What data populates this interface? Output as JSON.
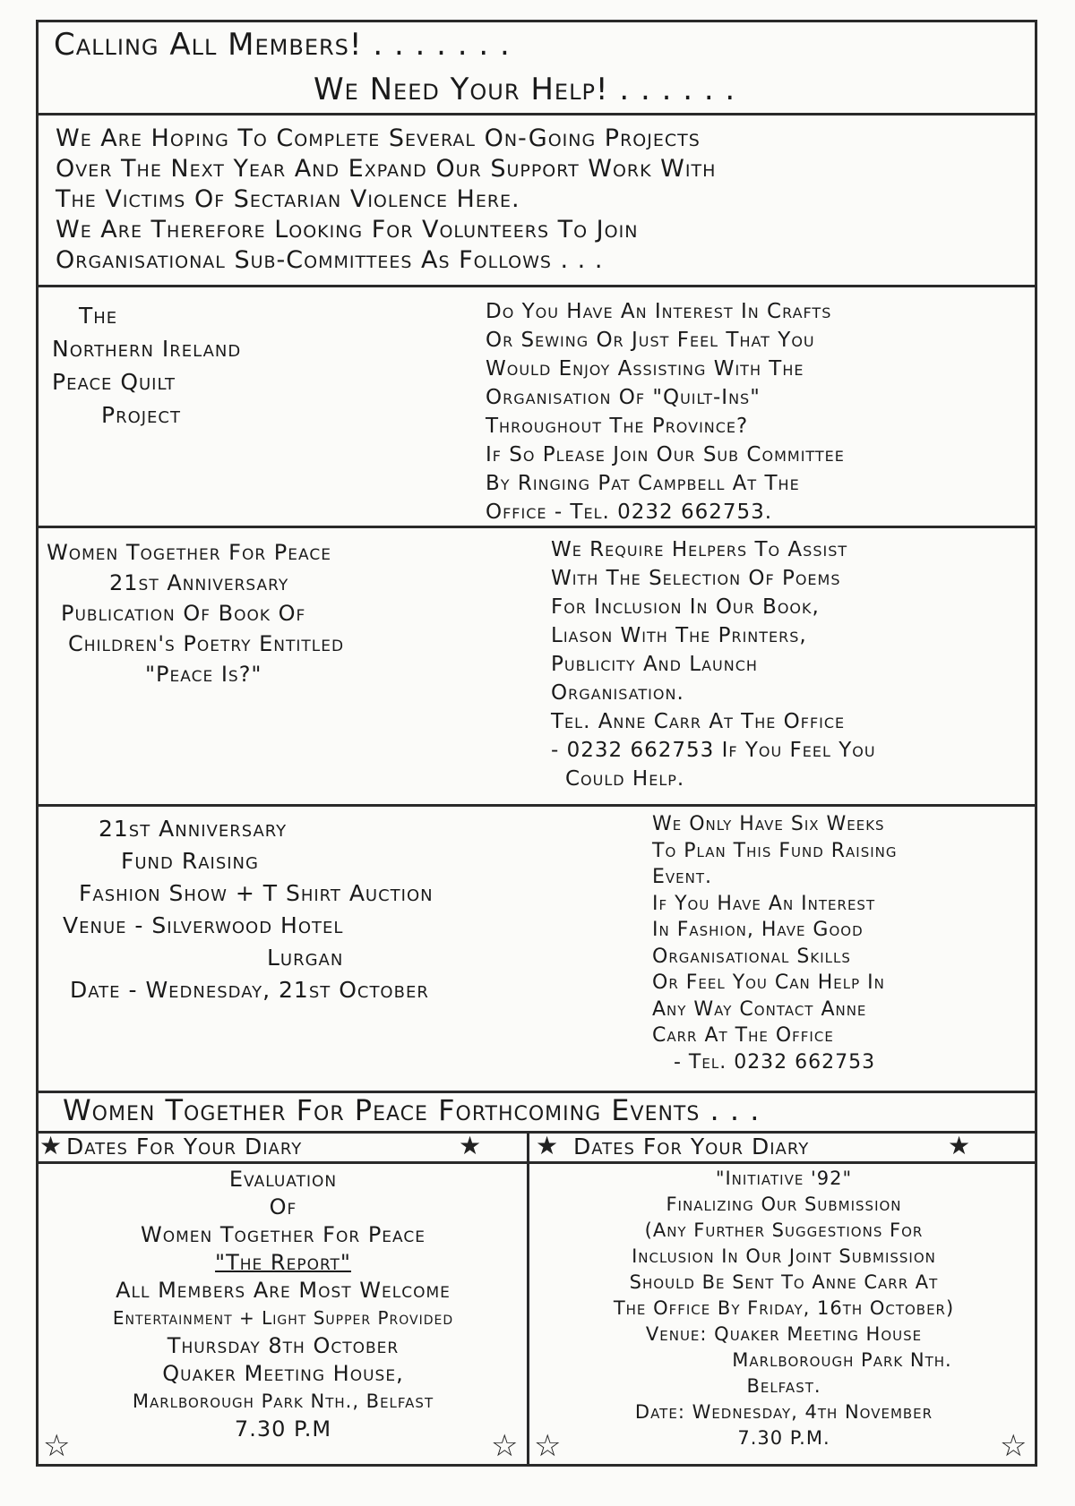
{
  "header": {
    "line1": "Calling All Members!  .  .  .  .  .  .  .",
    "line2": "We Need Your Help!  .  .  .  .  .  ."
  },
  "intro": [
    "We Are Hoping To Complete Several On-Going Projects",
    "Over The Next Year And Expand Our Support Work With",
    "The Victims Of Sectarian Violence Here.",
    "We Are Therefore Looking For Volunteers To Join",
    "Organisational Sub-Committees As Follows . . ."
  ],
  "quilt": {
    "title": [
      "The",
      "Northern Ireland",
      "Peace  Quilt",
      "Project"
    ],
    "body": [
      "Do You Have An Interest In Crafts",
      "Or Sewing Or Just Feel That You",
      "Would Enjoy Assisting With The",
      "Organisation Of \"Quilt-Ins\"",
      "Throughout The Province?",
      "If So Please Join Our Sub Committee",
      "By Ringing Pat Campbell At The",
      "Office - Tel. 0232 662753."
    ]
  },
  "poetry": {
    "title": [
      "Women Together For Peace",
      "21st Anniversary",
      "Publication Of Book Of",
      "Children's Poetry Entitled",
      "\"Peace Is?\""
    ],
    "body": [
      "We Require Helpers To Assist",
      "With The Selection Of Poems",
      "For Inclusion In Our Book,",
      "Liason With The Printers,",
      "Publicity And Launch",
      "Organisation.",
      "Tel. Anne Carr At The Office",
      "- 0232 662753 If You Feel You",
      "Could Help."
    ]
  },
  "fashion": {
    "title": [
      "21st Anniversary",
      "Fund Raising",
      "Fashion Show + T Shirt Auction",
      "Venue - Silverwood Hotel",
      "Lurgan",
      "Date  -  Wednesday, 21st October"
    ],
    "body": [
      "We Only Have Six Weeks",
      "To Plan This Fund Raising",
      "Event.",
      "If You Have An Interest",
      "In Fashion, Have Good",
      "Organisational Skills",
      "Or Feel You Can Help In",
      "Any Way Contact Anne",
      "Carr At The Office",
      "- Tel. 0232 662753"
    ]
  },
  "events": {
    "heading": "Women Together For Peace Forthcoming Events . . .",
    "diary_label": "Dates For Your Diary",
    "left": {
      "lines": [
        "Evaluation",
        "Of",
        "Women Together For Peace"
      ],
      "report": "\"The Report\"",
      "more": [
        "All Members Are Most Welcome",
        "Entertainment + Light Supper Provided",
        "Thursday   8th October",
        "Quaker Meeting House,",
        "Marlborough Park Nth., Belfast",
        "7.30 P.M"
      ]
    },
    "right": {
      "lines": [
        "\"Initiative '92\"",
        "Finalizing Our Submission",
        "(Any Further Suggestions For",
        "Inclusion In Our Joint Submission",
        "Should Be Sent To Anne Carr At",
        "The Office By Friday, 16th October)",
        "Venue: Quaker Meeting House",
        "Marlborough Park Nth.",
        "Belfast.",
        "Date: Wednesday, 4th November",
        "7.30 P.M."
      ]
    }
  }
}
